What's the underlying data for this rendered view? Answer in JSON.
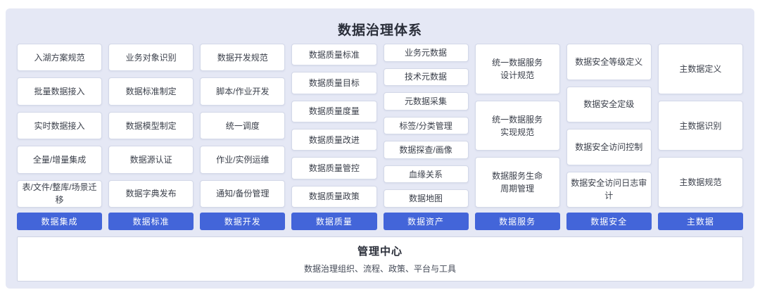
{
  "title": "数据治理体系",
  "columns": [
    {
      "footer": "数据集成",
      "items": [
        "入湖方案规范",
        "批量数据接入",
        "实时数据接入",
        "全量/增量集成",
        "表/文件/整库/场景迁移"
      ]
    },
    {
      "footer": "数据标准",
      "items": [
        "业务对象识别",
        "数据标准制定",
        "数据模型制定",
        "数据源认证",
        "数据字典发布"
      ]
    },
    {
      "footer": "数据开发",
      "items": [
        "数据开发规范",
        "脚本/作业开发",
        "统一调度",
        "作业/实例运维",
        "通知/备份管理"
      ]
    },
    {
      "footer": "数据质量",
      "items": [
        "数据质量标准",
        "数据质量目标",
        "数据质量度量",
        "数据质量改进",
        "数据质量管控",
        "数据质量政策"
      ]
    },
    {
      "footer": "数据资产",
      "items": [
        "业务元数据",
        "技术元数据",
        "元数据采集",
        "标签/分类管理",
        "数据探查/画像",
        "血缘关系",
        "数据地图"
      ]
    },
    {
      "footer": "数据服务",
      "items": [
        "统一数据服务\n设计规范",
        "统一数据服务\n实现规范",
        "数据服务生命\n周期管理"
      ]
    },
    {
      "footer": "数据安全",
      "items": [
        "数据安全等级定义",
        "数据安全定级",
        "数据安全访问控制",
        "数据安全访问日志审计"
      ]
    },
    {
      "footer": "主数据",
      "items": [
        "主数据定义",
        "主数据识别",
        "主数据规范"
      ]
    }
  ],
  "management": {
    "title": "管理中心",
    "subtitle": "数据治理组织、流程、政策、平台与工具"
  },
  "colors": {
    "accent_blue": "#4365d9",
    "panel_background": "#e5e8f5",
    "box_border": "#d3d8e8"
  }
}
